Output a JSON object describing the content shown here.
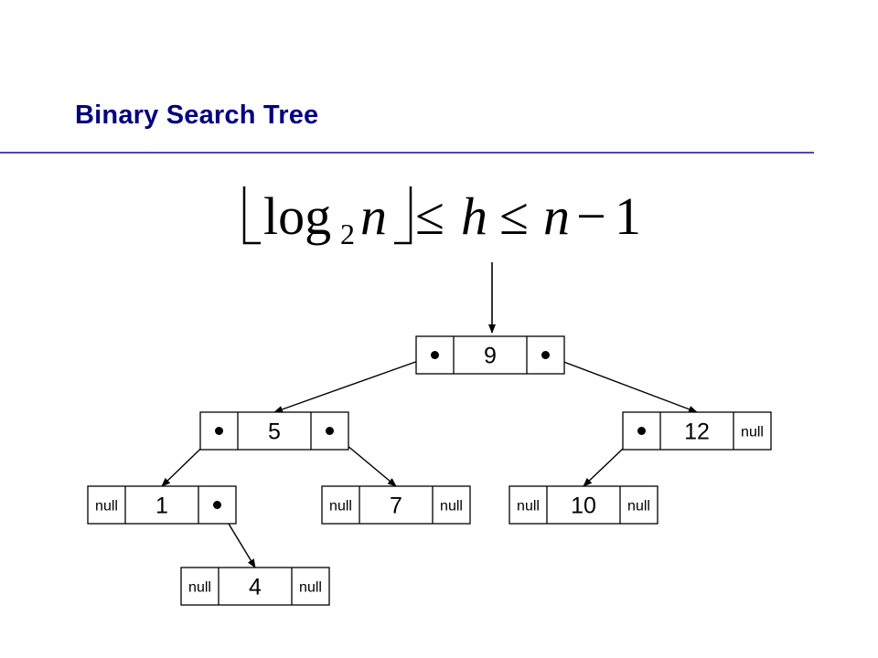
{
  "slide": {
    "title": "Binary Search Tree",
    "accent_color": "#000080",
    "rule_color": "#4a4aa8"
  },
  "formula": {
    "log": "log",
    "base": "2",
    "n1": "n",
    "le1": "≤",
    "h": "h",
    "le2": "≤",
    "n2": "n",
    "minus": "−",
    "one": "1"
  },
  "tree": {
    "nodes": [
      {
        "id": "n9",
        "left": "•",
        "value": "9",
        "right": "•"
      },
      {
        "id": "n5",
        "left": "•",
        "value": "5",
        "right": "•"
      },
      {
        "id": "n12",
        "left": "•",
        "value": "12",
        "right": "null"
      },
      {
        "id": "n1",
        "left": "null",
        "value": "1",
        "right": "•"
      },
      {
        "id": "n7",
        "left": "null",
        "value": "7",
        "right": "null"
      },
      {
        "id": "n10",
        "left": "null",
        "value": "10",
        "right": "null"
      },
      {
        "id": "n4",
        "left": "null",
        "value": "4",
        "right": "null"
      }
    ],
    "edges": [
      {
        "from": "n9",
        "side": "left",
        "to": "n5"
      },
      {
        "from": "n9",
        "side": "right",
        "to": "n12"
      },
      {
        "from": "n5",
        "side": "left",
        "to": "n1"
      },
      {
        "from": "n5",
        "side": "right",
        "to": "n7"
      },
      {
        "from": "n12",
        "side": "left",
        "to": "n10"
      },
      {
        "from": "n1",
        "side": "right",
        "to": "n4"
      }
    ]
  }
}
